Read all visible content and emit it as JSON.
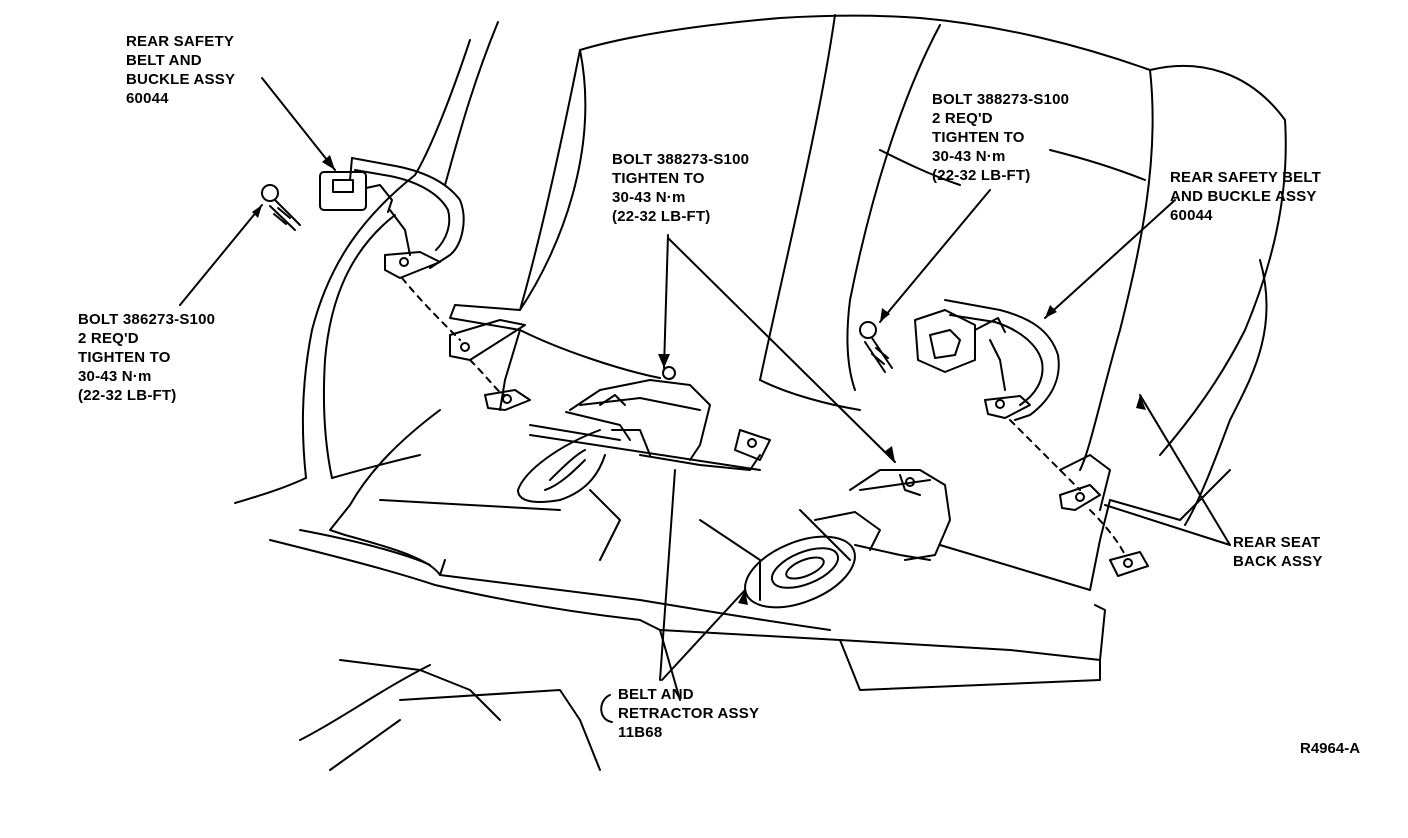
{
  "callouts": {
    "belt_buckle_left": [
      "REAR SAFETY",
      "BELT AND",
      "BUCKLE ASSY",
      "60044"
    ],
    "bolt_left": [
      "BOLT 386273-S100",
      "2 REQ'D",
      "TIGHTEN TO",
      "30-43 N·m",
      "(22-32 LB-FT)"
    ],
    "bolt_center": [
      "BOLT 388273-S100",
      "TIGHTEN TO",
      "30-43 N·m",
      "(22-32 LB-FT)"
    ],
    "bolt_right": [
      "BOLT 388273-S100",
      "2 REQ'D",
      "TIGHTEN TO",
      "30-43 N·m",
      "(22-32 LB-FT)"
    ],
    "belt_buckle_right": [
      "REAR SAFETY BELT",
      "AND BUCKLE ASSY",
      "60044"
    ],
    "seat_back": [
      "REAR SEAT",
      "BACK ASSY"
    ],
    "belt_retractor": [
      "BELT AND",
      "RETRACTOR ASSY",
      "11B68"
    ]
  },
  "figure_ref": "R4964-A",
  "colors": {
    "ink": "#000000",
    "paper": "#ffffff"
  }
}
